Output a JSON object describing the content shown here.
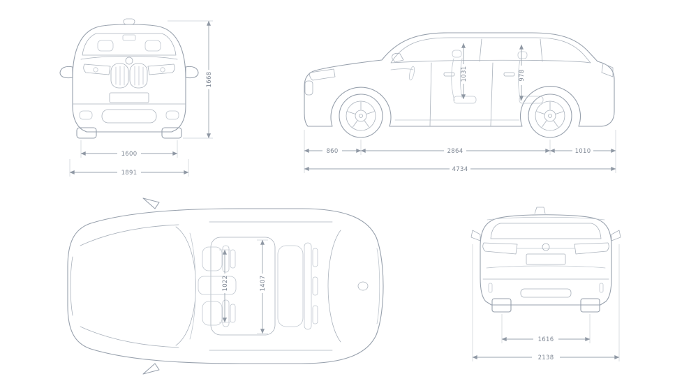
{
  "colors": {
    "line": "#98a1ad",
    "light_line": "#c0c7cf",
    "dimension_line": "#9aa3af",
    "label_text": "#7d8693",
    "background": "#ffffff"
  },
  "views": {
    "front": {
      "dimensions": {
        "track_width": "1600",
        "overall_width": "1891",
        "height": "1668"
      }
    },
    "side": {
      "dimensions": {
        "front_overhang": "860",
        "wheelbase": "2864",
        "rear_overhang": "1010",
        "overall_length": "4734",
        "front_headroom": "1031",
        "rear_headroom": "978"
      }
    },
    "top": {
      "dimensions": {
        "front_interior_width": "1022",
        "rear_interior_width": "1407"
      }
    },
    "rear": {
      "dimensions": {
        "rear_track": "1616",
        "width_incl_mirrors": "2138"
      }
    }
  }
}
